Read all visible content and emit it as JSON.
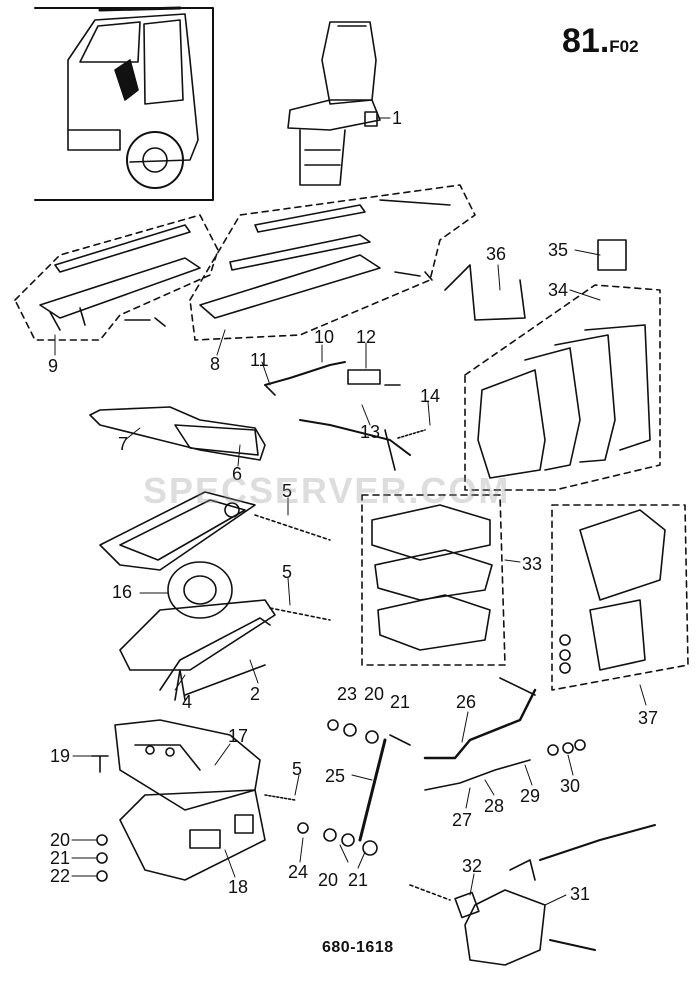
{
  "page_code": {
    "main": "81.",
    "suffix": "F02"
  },
  "drawing_number": "680-1618",
  "watermark": "SPECSERVER.COM",
  "callouts": [
    "1",
    "2",
    "4",
    "5",
    "5",
    "5",
    "6",
    "7",
    "8",
    "9",
    "10",
    "11",
    "12",
    "13",
    "14",
    "16",
    "17",
    "18",
    "19",
    "20",
    "21",
    "22",
    "23",
    "20",
    "21",
    "24",
    "20",
    "21",
    "25",
    "26",
    "27",
    "28",
    "29",
    "30",
    "31",
    "32",
    "33",
    "34",
    "35",
    "36",
    "37"
  ],
  "colors": {
    "ink": "#111111",
    "background": "#ffffff",
    "watermark": "#969696"
  }
}
